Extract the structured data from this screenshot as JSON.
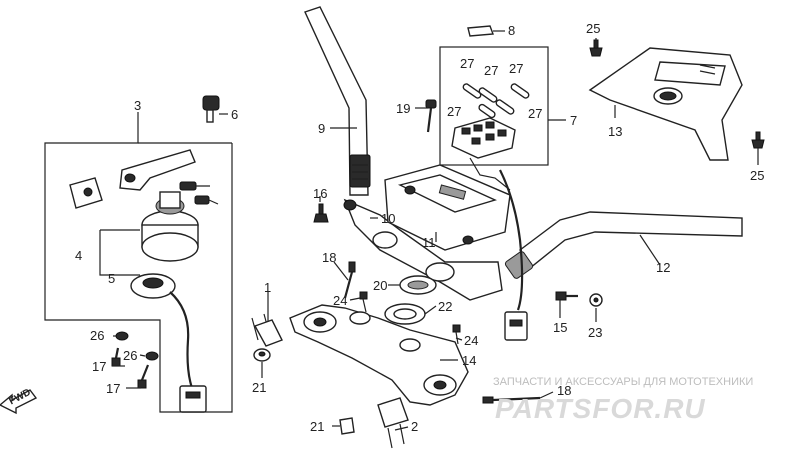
{
  "callouts": [
    {
      "id": "c1",
      "text": "1"
    },
    {
      "id": "c2",
      "text": "2"
    },
    {
      "id": "c3",
      "text": "3"
    },
    {
      "id": "c4",
      "text": "4"
    },
    {
      "id": "c5",
      "text": "5"
    },
    {
      "id": "c6",
      "text": "6"
    },
    {
      "id": "c7",
      "text": "7"
    },
    {
      "id": "c8",
      "text": "8"
    },
    {
      "id": "c9",
      "text": "9"
    },
    {
      "id": "c10",
      "text": "10"
    },
    {
      "id": "c11",
      "text": "11"
    },
    {
      "id": "c12",
      "text": "12"
    },
    {
      "id": "c13",
      "text": "13"
    },
    {
      "id": "c14",
      "text": "14"
    },
    {
      "id": "c15",
      "text": "15"
    },
    {
      "id": "c16",
      "text": "16"
    },
    {
      "id": "c17a",
      "text": "17"
    },
    {
      "id": "c17b",
      "text": "17"
    },
    {
      "id": "c18a",
      "text": "18"
    },
    {
      "id": "c18b",
      "text": "18"
    },
    {
      "id": "c19",
      "text": "19"
    },
    {
      "id": "c20",
      "text": "20"
    },
    {
      "id": "c21a",
      "text": "21"
    },
    {
      "id": "c21b",
      "text": "21"
    },
    {
      "id": "c22",
      "text": "22"
    },
    {
      "id": "c23",
      "text": "23"
    },
    {
      "id": "c24a",
      "text": "24"
    },
    {
      "id": "c24b",
      "text": "24"
    },
    {
      "id": "c25a",
      "text": "25"
    },
    {
      "id": "c25b",
      "text": "25"
    },
    {
      "id": "c26a",
      "text": "26"
    },
    {
      "id": "c26b",
      "text": "26"
    },
    {
      "id": "c27a",
      "text": "27"
    },
    {
      "id": "c27b",
      "text": "27"
    },
    {
      "id": "c27c",
      "text": "27"
    },
    {
      "id": "c27d",
      "text": "27"
    },
    {
      "id": "c27e",
      "text": "27"
    }
  ],
  "fwd_label": "FWD",
  "watermark": {
    "caption": "ЗАПЧАСТИ И АКСЕССУАРЫ ДЛЯ МОТОТЕХНИКИ",
    "logo": "PARTSFOR.RU"
  },
  "colors": {
    "line": "#222222",
    "background": "#ffffff",
    "watermark": "#cfcfcf"
  }
}
